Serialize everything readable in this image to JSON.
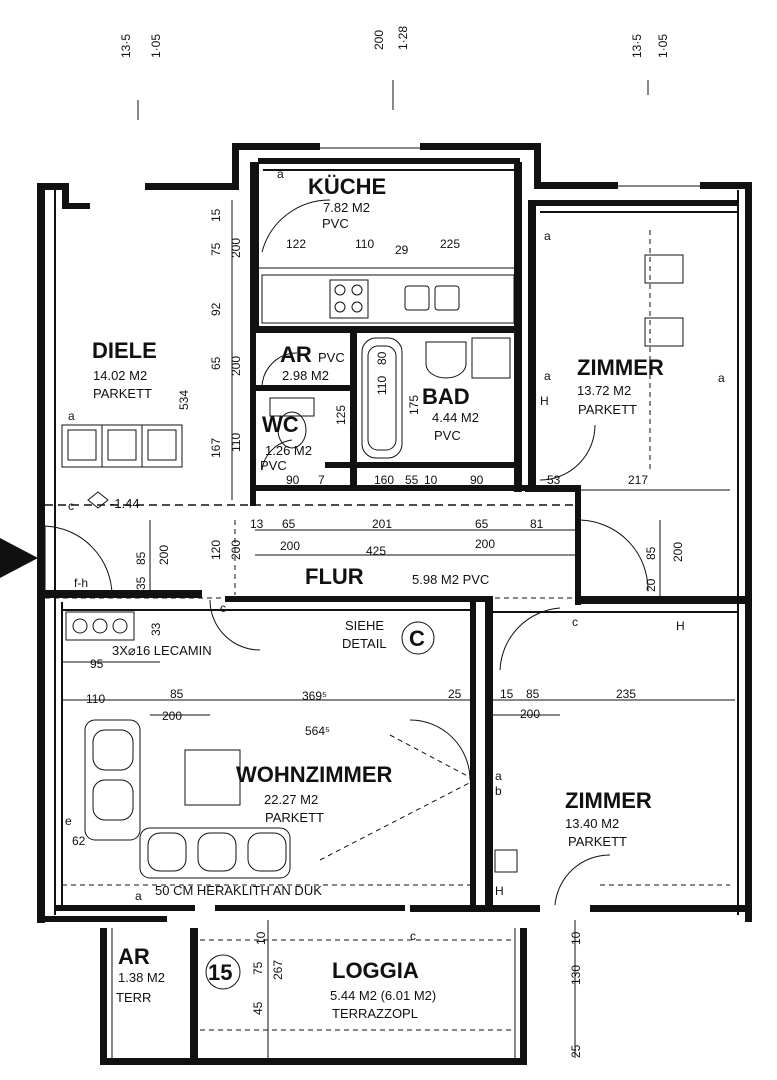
{
  "top_dims": {
    "left_a": "13·5",
    "left_b": "1·05",
    "mid_a": "200",
    "mid_b": "1·28",
    "right_a": "13·5",
    "right_b": "1·05"
  },
  "rooms": {
    "kueche": {
      "name": "KÜCHE",
      "area": "7.82 M2",
      "floor": "PVC"
    },
    "diele": {
      "name": "DIELE",
      "area": "14.02 M2",
      "floor": "PARKETT"
    },
    "ar": {
      "name": "AR",
      "sub": "PVC",
      "area": "2.98 M2"
    },
    "bad": {
      "name": "BAD",
      "area": "4.44 M2",
      "floor": "PVC"
    },
    "wc": {
      "name": "WC",
      "area": "1.26 M2",
      "floor": "PVC"
    },
    "zimmer_top": {
      "name": "ZIMMER",
      "area": "13.72 M2",
      "floor": "PARKETT"
    },
    "flur": {
      "name": "FLUR",
      "area": "5.98 M2 PVC"
    },
    "wohnzimmer": {
      "name": "WOHNZIMMER",
      "area": "22.27 M2",
      "floor": "PARKETT"
    },
    "zimmer_bottom": {
      "name": "ZIMMER",
      "area": "13.40 M2",
      "floor": "PARKETT"
    },
    "ar_terr": {
      "name": "AR",
      "area": "1.38 M2",
      "floor": "TERR"
    },
    "loggia": {
      "name": "LOGGIA",
      "area": "5.44 M2 (6.01 M2)",
      "floor": "TERRAZZOPL"
    }
  },
  "labels": {
    "siehe": "SIEHE",
    "detail": "DETAIL",
    "detail_mark": "C",
    "lecamin": "3X⌀16 LECAMIN",
    "heizkoerper": "50 CM HERAKLITH AN DUK",
    "heating": "-1.44",
    "fh": "f-h",
    "unit_no": "15"
  },
  "letters": {
    "a": "a",
    "c": "c",
    "b": "b",
    "h": "H",
    "e": "e"
  },
  "dims_h": {
    "d122": "122",
    "d110": "110",
    "d29": "29",
    "d225": "225",
    "d160": "160",
    "d55": "55",
    "d10": "10",
    "d90a": "90",
    "d90b": "90",
    "d53": "53",
    "d217": "217",
    "d13": "13",
    "d65a": "65",
    "d201": "201",
    "d65b": "65",
    "d81": "81",
    "d200a": "200",
    "d425": "425",
    "d120": "120",
    "d200b": "200",
    "d95": "95",
    "d110b": "110",
    "d85": "85",
    "d200c": "200",
    "d3695": "369⁵",
    "d25": "25",
    "d15": "15",
    "d85b": "85",
    "d235": "235",
    "d200d": "200",
    "d5645": "564⁵",
    "d62": "62",
    "d7": "7",
    "d45": "45",
    "d15b": "15"
  },
  "dims_v": {
    "v15": "15",
    "v75": "75",
    "v200a": "200",
    "v92": "92",
    "v65": "65",
    "v200b": "200",
    "v534": "534",
    "v167": "167",
    "v110": "110",
    "v110b": "110",
    "v80": "80",
    "v175": "175",
    "v125": "125",
    "v85": "85",
    "v200c": "200",
    "v35": "35",
    "v120": "120",
    "v200d": "200",
    "v85b": "85",
    "v200e": "200",
    "v20": "20",
    "v10": "10",
    "v75b": "75",
    "v267": "267",
    "v45": "45",
    "v130": "130",
    "v10b": "10",
    "v25": "25",
    "v33": "33"
  },
  "colors": {
    "ink": "#111111",
    "paper": "#ffffff"
  }
}
